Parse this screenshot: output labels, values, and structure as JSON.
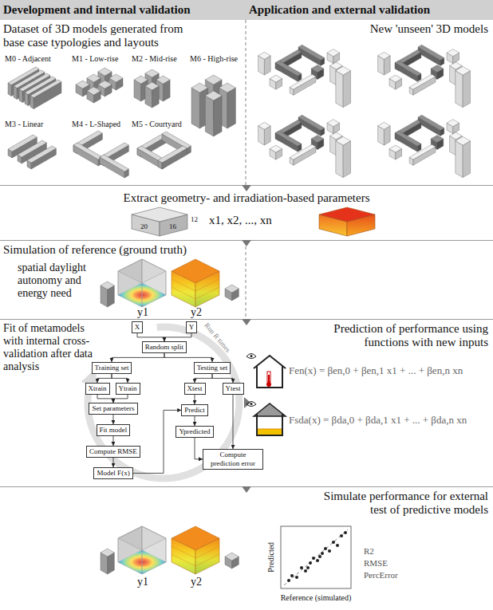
{
  "diagram": {
    "nodes": [
      {
        "text": [
          "X"
        ]
      },
      {
        "text": [
          "Y"
        ]
      },
      {
        "text": [
          "Random split"
        ]
      },
      {
        "text": [
          "Training set"
        ]
      },
      {
        "text": [
          "Testing set"
        ]
      },
      {
        "text": [
          "Xtrain"
        ]
      },
      {
        "text": [
          "Ytrain"
        ]
      },
      {
        "text": [
          "Xtest"
        ]
      },
      {
        "text": [
          "Ytest"
        ]
      },
      {
        "text": [
          "Set parameters"
        ]
      },
      {
        "text": [
          "Fit model"
        ]
      },
      {
        "text": [
          "Compute RMSE"
        ]
      },
      {
        "text": [
          "Model F(x)"
        ]
      },
      {
        "text": [
          "Predict"
        ]
      },
      {
        "text": [
          "Ypredicted"
        ]
      },
      {
        "text": [
          "Compute prediction error"
        ]
      }
    ],
    "edges": [
      {
        "from": 0,
        "to": 2,
        "arrow": "to"
      },
      {
        "from": 1,
        "to": 2,
        "arrow": "to"
      },
      {
        "from": 2,
        "to": 3,
        "arrow": "to"
      },
      {
        "from": 2,
        "to": 4,
        "arrow": "to"
      },
      {
        "from": 3,
        "to": 5,
        "arrow": "to"
      },
      {
        "from": 3,
        "to": 6,
        "arrow": "to"
      },
      {
        "from": 4,
        "to": 7,
        "arrow": "to"
      },
      {
        "from": 4,
        "to": 8,
        "arrow": "to"
      },
      {
        "from": 5,
        "to": 9,
        "arrow": "to"
      },
      {
        "from": 6,
        "to": 9,
        "arrow": "to"
      },
      {
        "from": 9,
        "to": 10,
        "arrow": "to"
      },
      {
        "from": 10,
        "to": 11,
        "arrow": "to"
      },
      {
        "from": 11,
        "to": 12,
        "arrow": "to"
      },
      {
        "from": 12,
        "to": 13,
        "arrow": "to"
      },
      {
        "from": 7,
        "to": 13,
        "arrow": "to"
      },
      {
        "from": 13,
        "to": 14,
        "arrow": "to"
      },
      {
        "from": 14,
        "to": 15,
        "arrow": "to"
      },
      {
        "from": 8,
        "to": 15,
        "arrow": "to"
      }
    ],
    "labels": [
      "Development and internal validation",
      "Application and external validation",
      "Dataset of 3D models generated from base case typologies and layouts",
      "New 'unseen' 3D models",
      "M0 - Adjacent",
      "M1 - Low-rise",
      "M2 - Mid-rise",
      "M6 - High-rise",
      "M3 - Linear",
      "M4 - L-Shaped",
      "M5 - Courtyard",
      "Extract geometry- and irradiation-based parameters",
      "20",
      "16",
      "12",
      "x1, x2, ..., xn",
      "Simulation of reference (ground truth)",
      "spatial daylight autonomy and energy need",
      "y1",
      "y2",
      "Fit of metamodels with internal cross-validation after data analysis",
      "Run R times",
      "Prediction of performance using functions with new inputs",
      "Fen(x) = βen,0 + βen,1 x1 + ... + βen,n xn",
      "Fsda(x) = βda,0 + βda,1 x1 + ... + βda,n xn",
      "Simulate performance for external test of predictive models",
      "y1",
      "y2",
      "Predicted",
      "Reference (simulated)",
      "R2",
      "RMSE",
      "PercError"
    ]
  }
}
